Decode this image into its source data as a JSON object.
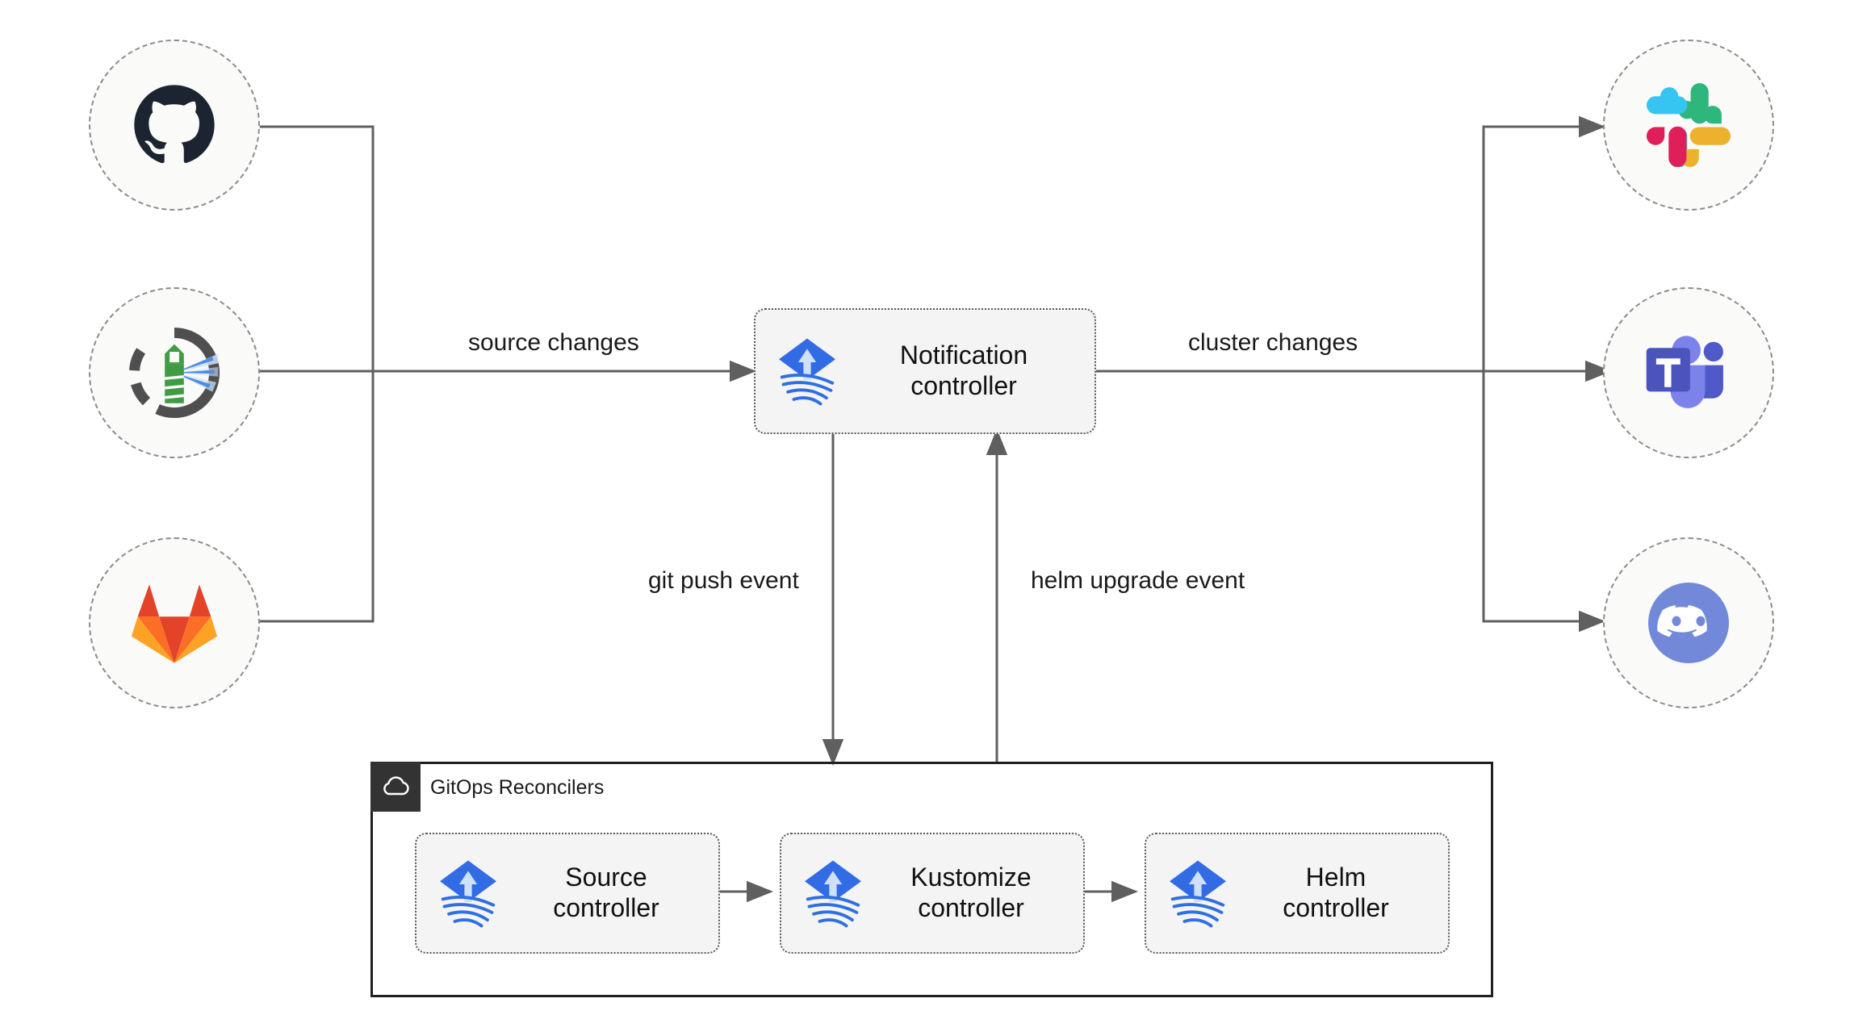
{
  "diagram": {
    "title": "Flux notification architecture",
    "background": "#ffffff",
    "edge_color": "#5f5f5f",
    "node_fill": "#fafaf8",
    "box_fill": "#f4f4f4"
  },
  "sources": [
    {
      "id": "github",
      "icon": "github-icon",
      "label": "GitHub",
      "color": "#1b2430"
    },
    {
      "id": "flux",
      "icon": "flux-lighthouse-icon",
      "label": "Flux",
      "color": "#326ce5"
    },
    {
      "id": "gitlab",
      "icon": "gitlab-icon",
      "label": "GitLab",
      "color": "#e24329"
    }
  ],
  "destinations": [
    {
      "id": "slack",
      "icon": "slack-icon",
      "label": "Slack",
      "color": "#36c5f0"
    },
    {
      "id": "teams",
      "icon": "ms-teams-icon",
      "label": "Microsoft Teams",
      "color": "#5059c9"
    },
    {
      "id": "discord",
      "icon": "discord-icon",
      "label": "Discord",
      "color": "#7289da"
    }
  ],
  "notification": {
    "icon": "flux-controller-icon",
    "line1": "Notification",
    "line2": "controller"
  },
  "group": {
    "icon": "cloud-icon",
    "title": "GitOps Reconcilers",
    "controllers": [
      {
        "id": "source",
        "icon": "flux-controller-icon",
        "line1": "Source",
        "line2": "controller"
      },
      {
        "id": "kustomize",
        "icon": "flux-controller-icon",
        "line1": "Kustomize",
        "line2": "controller"
      },
      {
        "id": "helm",
        "icon": "flux-controller-icon",
        "line1": "Helm",
        "line2": "controller"
      }
    ]
  },
  "edges": [
    {
      "id": "source-changes",
      "label": "source changes"
    },
    {
      "id": "cluster-changes",
      "label": "cluster changes"
    },
    {
      "id": "git-push-event",
      "label": "git push event"
    },
    {
      "id": "helm-upgrade-event",
      "label": "helm upgrade event"
    }
  ],
  "palette": {
    "flux_blue": "#326ce5",
    "flux_light": "#cfe0fb",
    "gitlab_red": "#e24329",
    "gitlab_orange": "#fc6d26",
    "gitlab_amber": "#fca326",
    "slack_cyan": "#36c5f0",
    "slack_green": "#2eb67d",
    "slack_red": "#e01e5a",
    "slack_yellow": "#ecb22e",
    "teams_purple": "#5059c9",
    "teams_light": "#7b83eb",
    "discord_blurple": "#7289da",
    "github_dark": "#1b2430",
    "lighthouse_green": "#3f9c45",
    "lighthouse_ring": "#4f4f4f"
  }
}
